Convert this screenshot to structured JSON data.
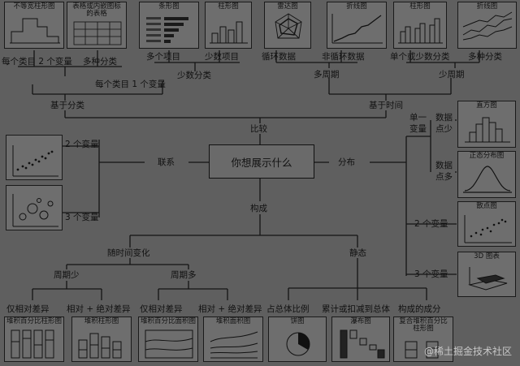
{
  "center": "你想展示什么",
  "branches": {
    "compare": "比较",
    "relation": "联系",
    "distribution": "分布",
    "composition": "构成"
  },
  "compare": {
    "by_category": "基于分类",
    "by_time": "基于时间",
    "one_var_per_item": "每个类目 1 个变量",
    "two_var_per_item": "每个类目 2 个变量",
    "multi_category": "多种分类",
    "few_category": "少数分类",
    "many_items": "多个项目",
    "few_items": "少数项目",
    "many_periods": "多周期",
    "few_periods": "少周期",
    "cyclic": "循环数据",
    "noncyclic": "非循环数据",
    "single_or_few": "单个或少数分类",
    "multi_category2": "多种分类"
  },
  "top_charts": [
    "不等宽柱形图",
    "表格或内嵌图标的表格",
    "条形图",
    "柱形图",
    "雷达图",
    "折线图",
    "柱形图",
    "折线图"
  ],
  "relation": {
    "two_vars": "2 个变量",
    "three_vars": "3 个变量"
  },
  "distribution": {
    "single_var": "单一变量",
    "few_points": "数据点少",
    "many_points": "数据点多",
    "two_vars": "2 个变量",
    "three_vars": "3 个变量",
    "charts": [
      "直方图",
      "正态分布图",
      "散点图",
      "3D 图表"
    ]
  },
  "composition": {
    "over_time": "随时间变化",
    "static": "静态",
    "few_periods": "周期少",
    "many_periods": "周期多",
    "relative_only_1": "仅相对差异",
    "rel_abs_1": "相对 + 绝对差异",
    "relative_only_2": "仅相对差异",
    "rel_abs_2": "相对 + 绝对差异",
    "share_of_total": "占总体比例",
    "accumulate": "累计或扣减到总体",
    "components": "构成的成分",
    "charts": [
      "堆积百分比柱形图",
      "堆积柱形图",
      "堆积百分比面积图",
      "堆积面积图",
      "饼图",
      "瀑布图",
      "复合堆积百分比柱形图"
    ]
  },
  "watermark": "@稀土掘金技术社区"
}
